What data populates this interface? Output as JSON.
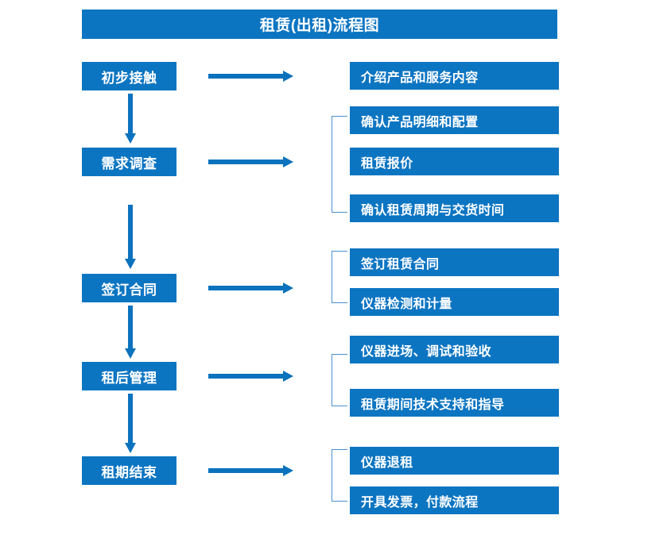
{
  "title": "租赁(出租)流程图",
  "colors": {
    "box_blue": "#0C75C2",
    "arrow_blue": "#0B72BE",
    "bracket_blue": "#4A8FD0",
    "text_white": "#FFFFFF",
    "background": "#FFFFFF"
  },
  "stages": [
    {
      "label": "初步接触"
    },
    {
      "label": "需求调查"
    },
    {
      "label": "签订合同"
    },
    {
      "label": "租后管理"
    },
    {
      "label": "租期结束"
    }
  ],
  "details": [
    {
      "label": "介绍产品和服务内容"
    },
    {
      "label": "确认产品明细和配置"
    },
    {
      "label": "租赁报价"
    },
    {
      "label": "确认租赁周期与交货时间"
    },
    {
      "label": "签订租赁合同"
    },
    {
      "label": "仪器检测和计量"
    },
    {
      "label": "仪器进场、调试和验收"
    },
    {
      "label": "租赁期间技术支持和指导"
    },
    {
      "label": "仪器退租"
    },
    {
      "label": "开具发票，付款流程"
    }
  ],
  "icons": {
    "arrow_right": "right-arrow-icon",
    "arrow_down": "down-arrow-icon",
    "bracket": "group-bracket-icon"
  }
}
